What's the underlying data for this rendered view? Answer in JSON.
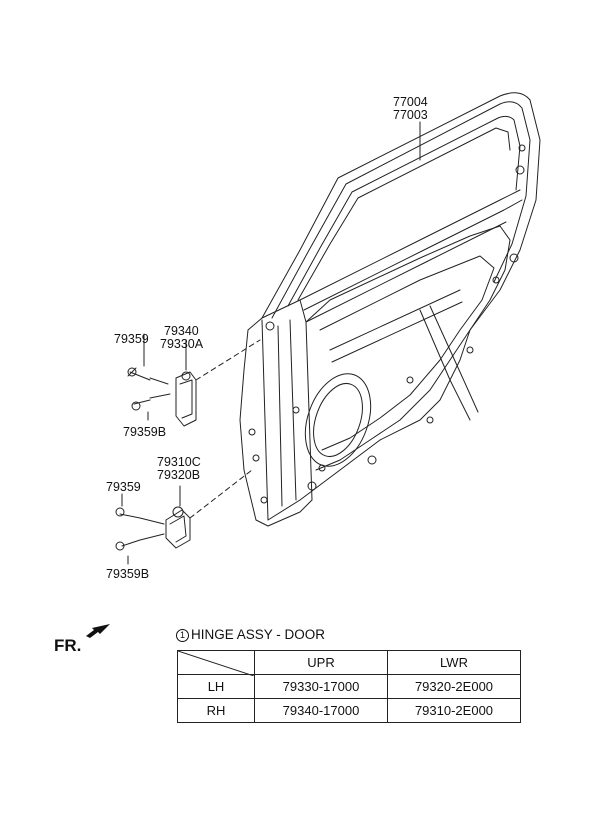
{
  "labels": {
    "door_panel_a": "77004",
    "door_panel_b": "77003",
    "upper_bolt": "79359",
    "upper_hinge_a": "79340",
    "upper_hinge_b": "79330A",
    "upper_bolt_b": "79359B",
    "lower_hinge_a": "79310C",
    "lower_hinge_b": "79320B",
    "lower_bolt": "79359",
    "lower_bolt_b": "79359B"
  },
  "front_indicator": "FR.",
  "table": {
    "marker": "1",
    "title": "HINGE ASSY - DOOR",
    "columns": [
      "UPR",
      "LWR"
    ],
    "rows": [
      {
        "side": "LH",
        "upr": "79330-17000",
        "lwr": "79320-2E000"
      },
      {
        "side": "RH",
        "upr": "79340-17000",
        "lwr": "79310-2E000"
      }
    ]
  }
}
